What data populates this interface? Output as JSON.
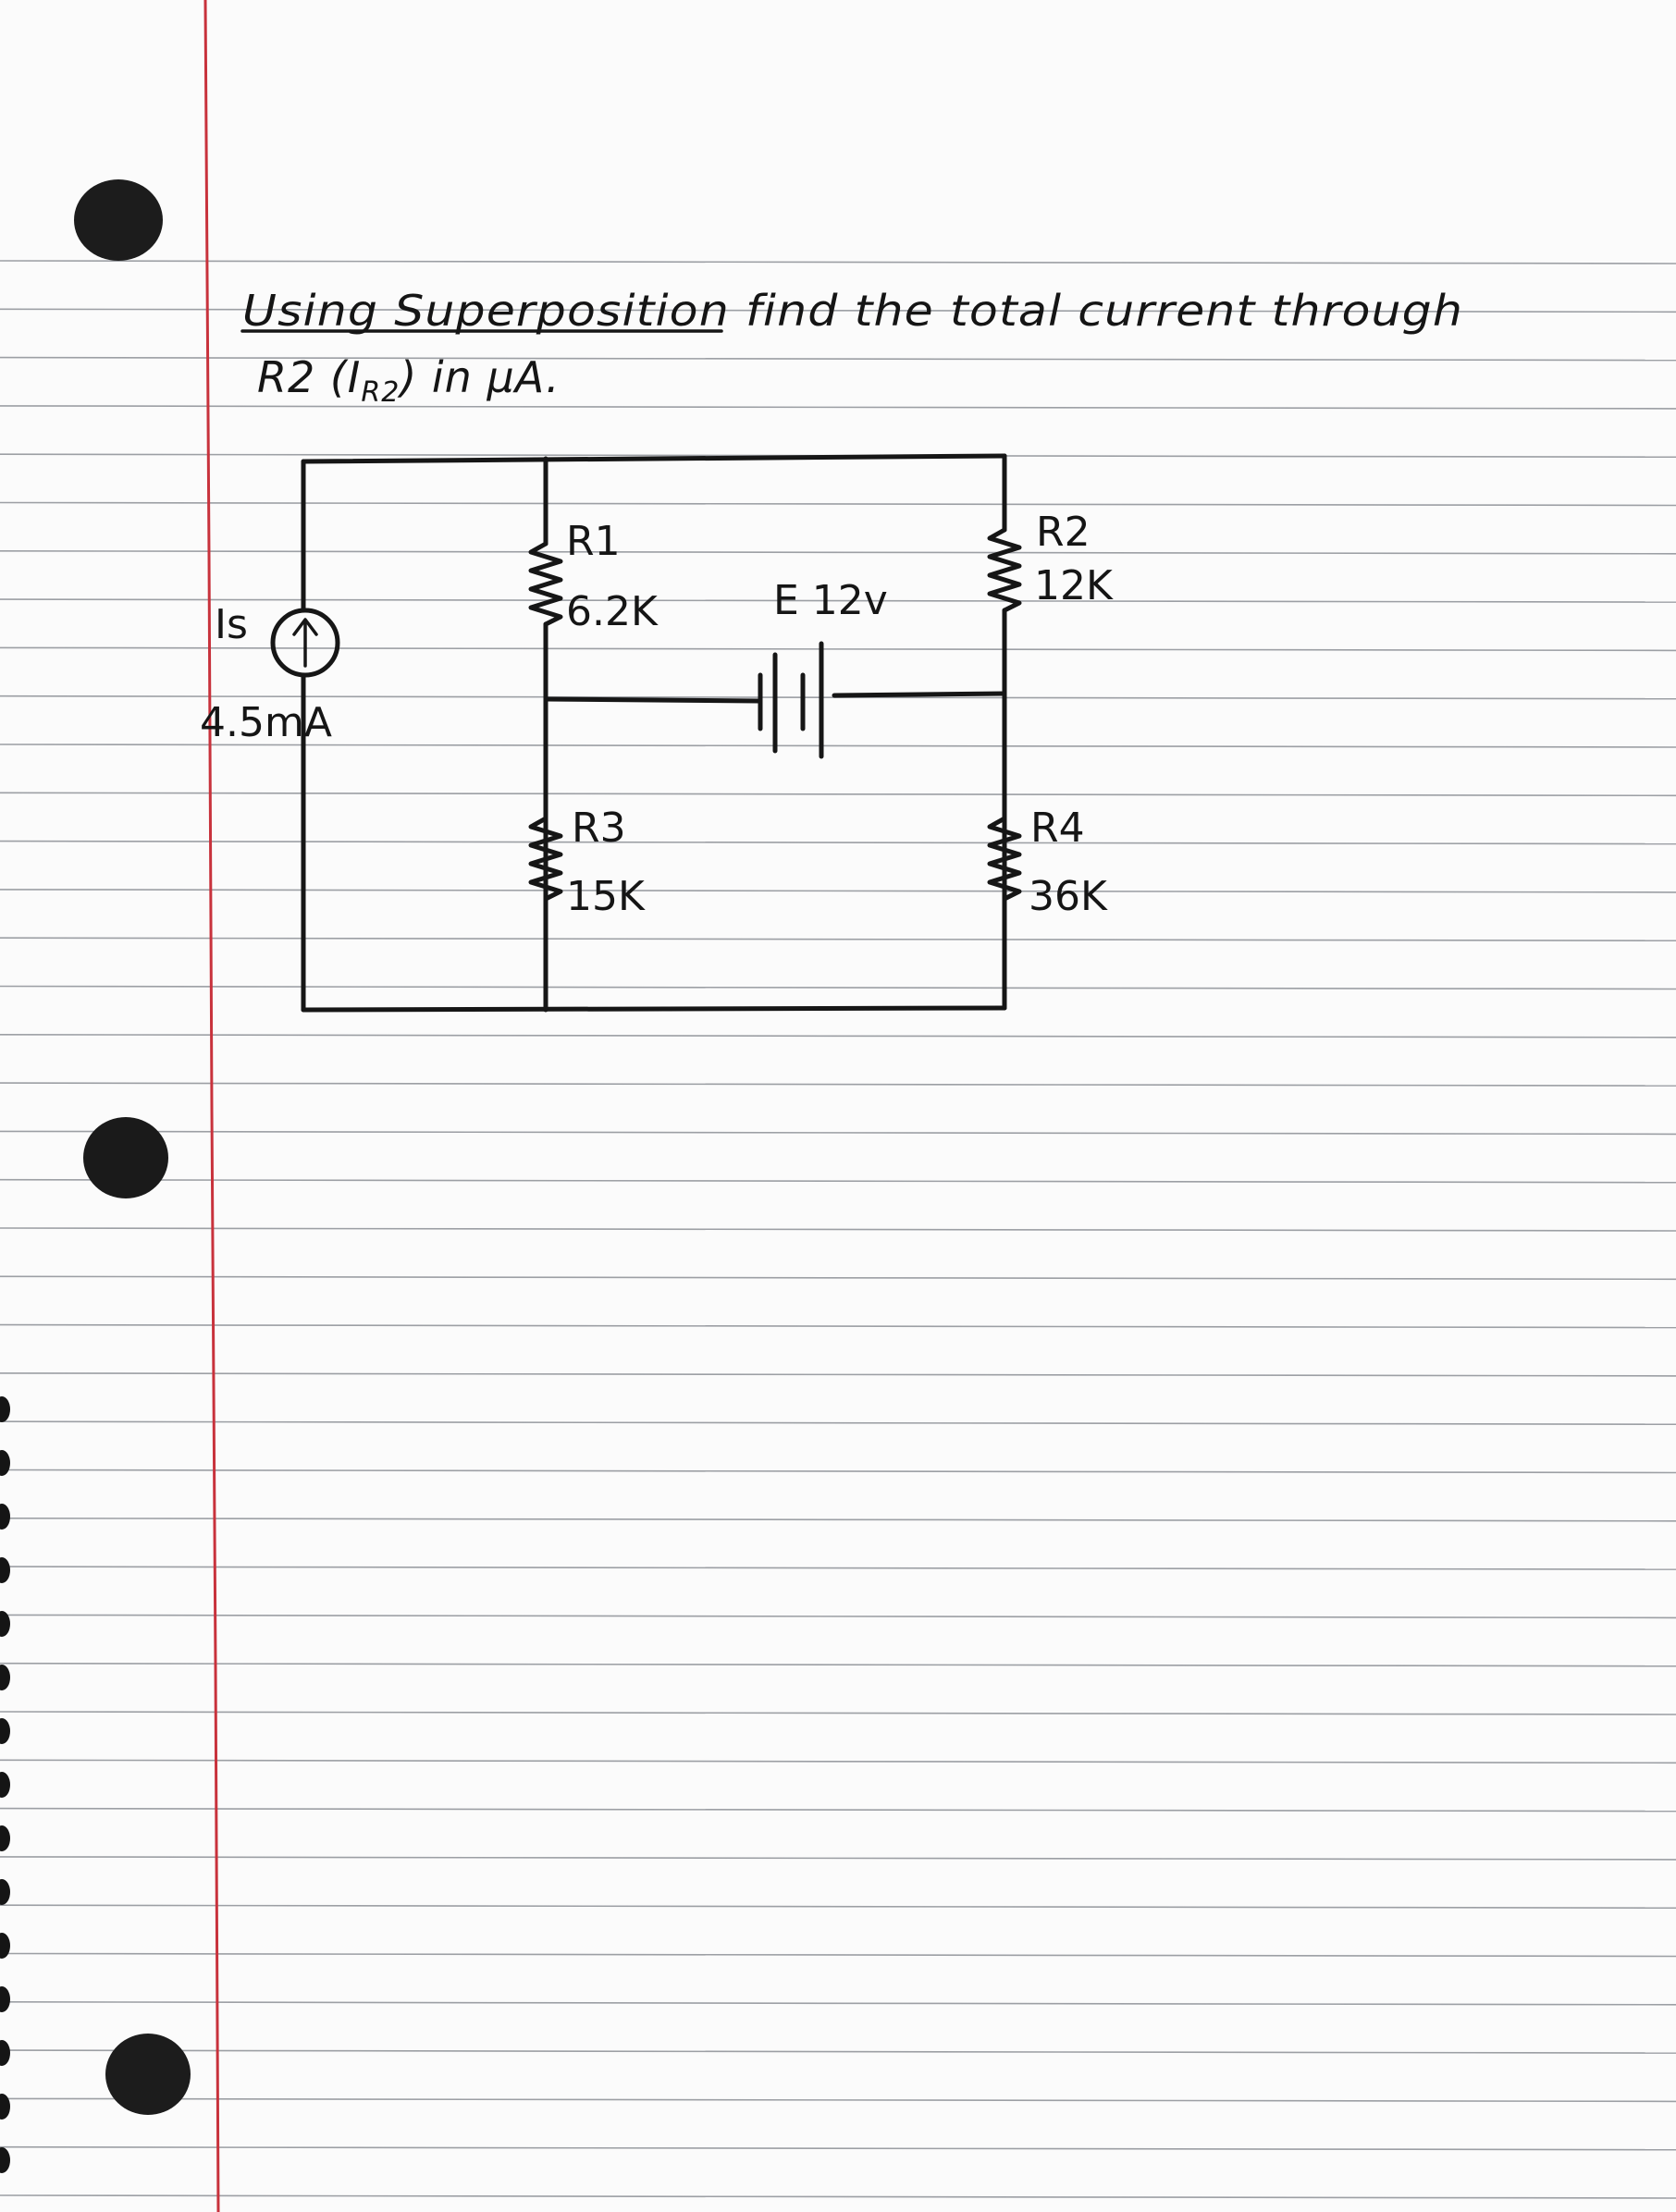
{
  "question": {
    "line1": "Using Superposition find the total current through",
    "line2": "R2 (I",
    "line2_sub": "R2",
    "line2_tail": ") in µA."
  },
  "source": {
    "name": "Is",
    "value": "4.5mA"
  },
  "resistors": {
    "r1": {
      "name": "R1",
      "value": "6.2K"
    },
    "r2": {
      "name": "R2",
      "value": "12K"
    },
    "r3": {
      "name": "R3",
      "value": "15K"
    },
    "r4": {
      "name": "R4",
      "value": "36K"
    }
  },
  "battery": {
    "value": "E 12v"
  },
  "colors": {
    "margin_line": "#c8323c",
    "rule_line": "#7d8188",
    "ink": "#161616",
    "paper": "#fbfbfb",
    "hole": "#1a1a1a"
  }
}
